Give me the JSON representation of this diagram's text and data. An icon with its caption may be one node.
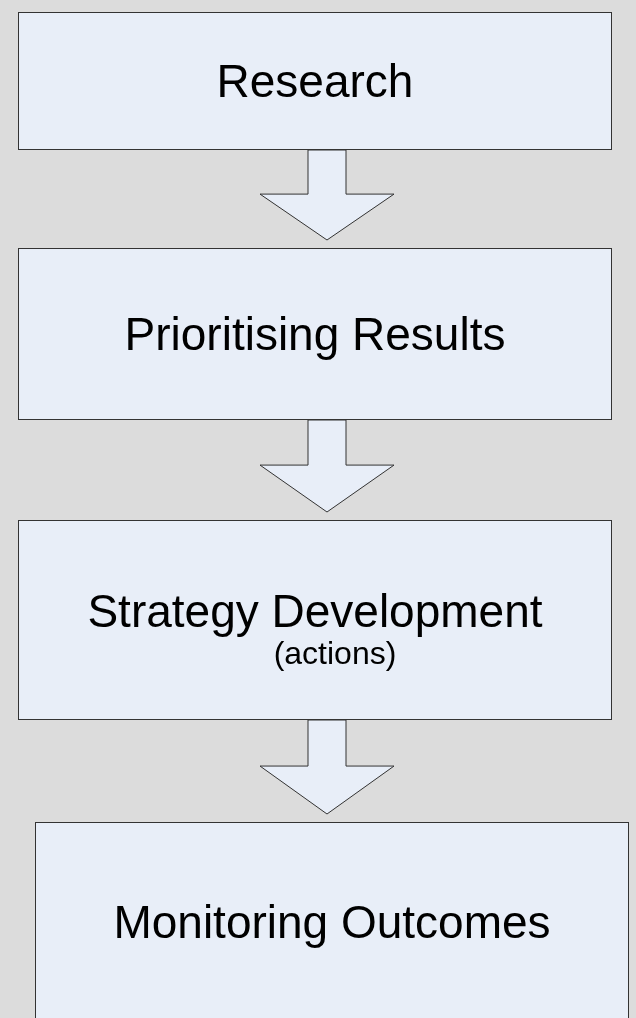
{
  "diagram": {
    "nodes": [
      {
        "text": [
          "Research"
        ]
      },
      {
        "text": [
          "Prioritising Results"
        ]
      },
      {
        "text": [
          "Strategy Development",
          "(actions)"
        ]
      },
      {
        "text": [
          "Monitoring Outcomes"
        ]
      }
    ],
    "edges": [
      {
        "from": 0,
        "to": 1,
        "arrow": "to"
      },
      {
        "from": 1,
        "to": 2,
        "arrow": "to"
      },
      {
        "from": 2,
        "to": 3,
        "arrow": "to"
      }
    ]
  }
}
